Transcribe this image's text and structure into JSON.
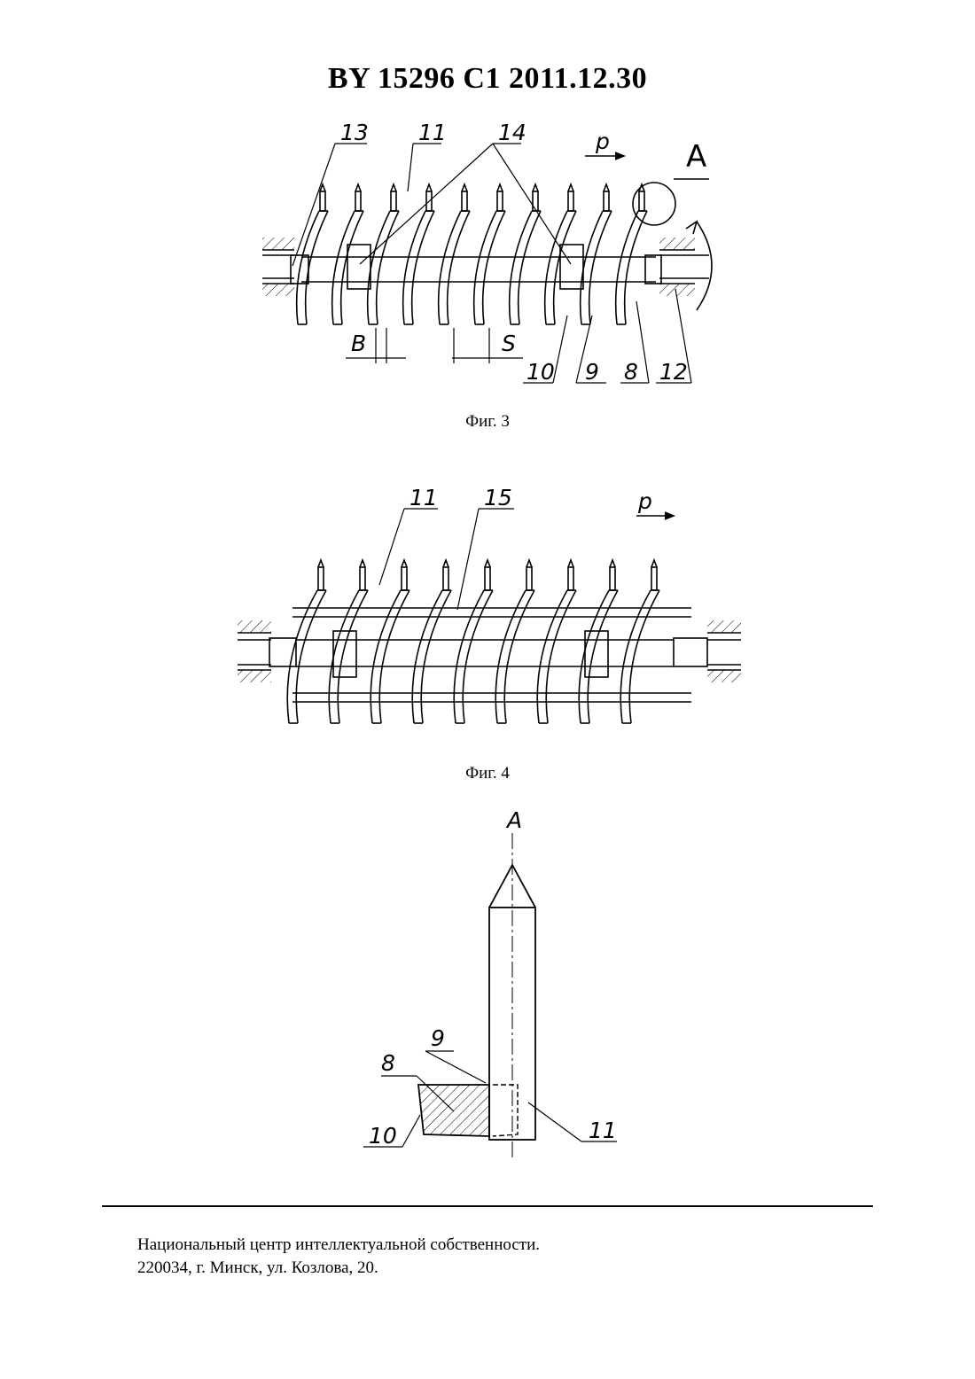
{
  "header": {
    "title": "BY 15296 C1 2011.12.30"
  },
  "fig3": {
    "caption": "Фиг. 3",
    "labels": {
      "l13": "13",
      "l11": "11",
      "l14": "14",
      "lA": "A",
      "lp": "p",
      "lB": "B",
      "lS": "S",
      "l10": "10",
      "l9": "9",
      "l8": "8",
      "l12": "12"
    }
  },
  "fig4": {
    "caption": "Фиг. 4",
    "labels": {
      "l11": "11",
      "l15": "15",
      "lp": "p"
    }
  },
  "figA": {
    "labels": {
      "lA": "A",
      "l9": "9",
      "l8": "8",
      "l10": "10",
      "l11": "11"
    }
  },
  "footer": {
    "line1": "Национальный центр интеллектуальной собственности.",
    "line2": "220034, г. Минск, ул. Козлова, 20."
  }
}
